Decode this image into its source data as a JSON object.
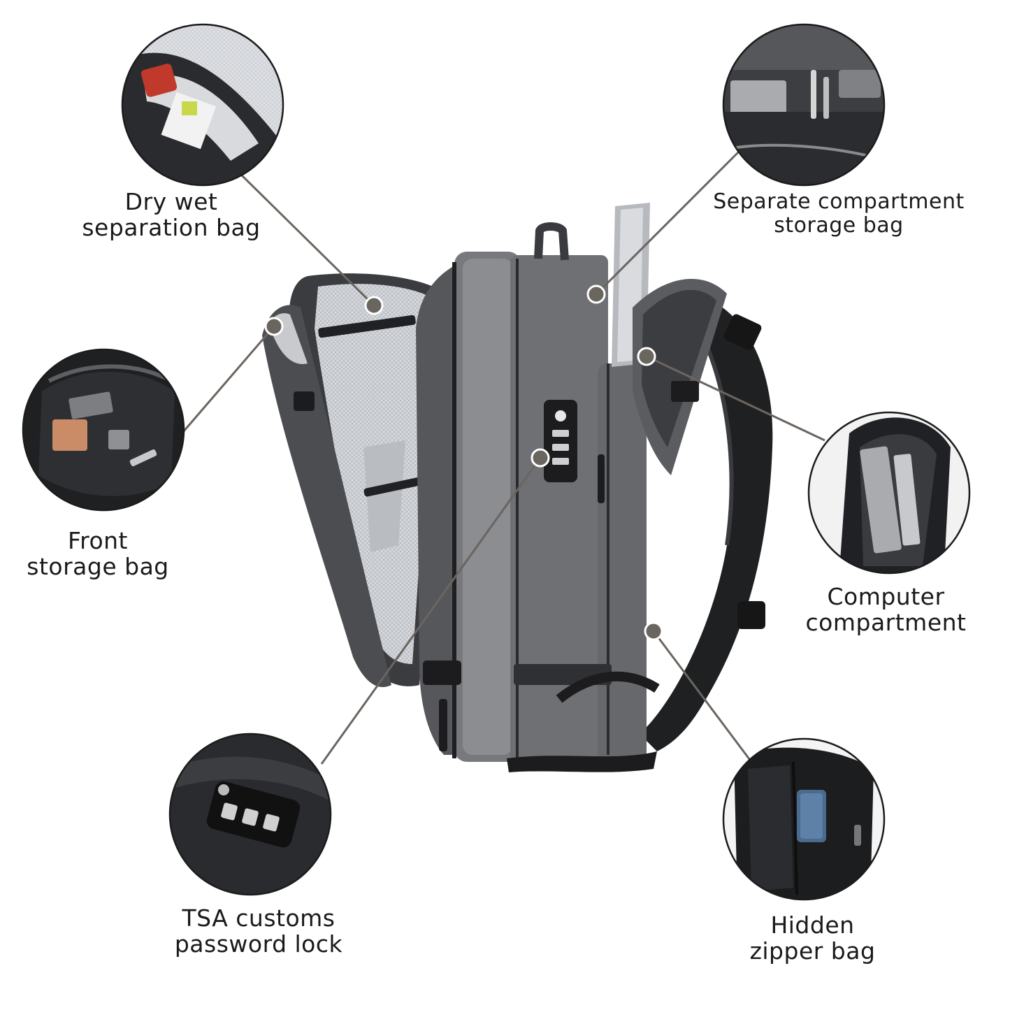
{
  "callouts": {
    "dry_wet": {
      "line1": "Dry wet",
      "line2": "separation bag"
    },
    "separate": {
      "line1": "Separate compartment",
      "line2": "storage bag"
    },
    "front": {
      "line1": "Front",
      "line2": "storage bag"
    },
    "computer": {
      "line1": "Computer",
      "line2": "compartment"
    },
    "tsa": {
      "line1": "TSA customs",
      "line2": "password lock"
    },
    "hidden": {
      "line1": "Hidden",
      "line2": "zipper bag"
    }
  },
  "colors": {
    "leader_line": "#6b6560",
    "bag_dark": "#2c2d30",
    "bag_mid": "#6e7074",
    "bag_light": "#8b8d91",
    "lining": "#c9ccd1",
    "circle_border": "#1c1c1c"
  }
}
